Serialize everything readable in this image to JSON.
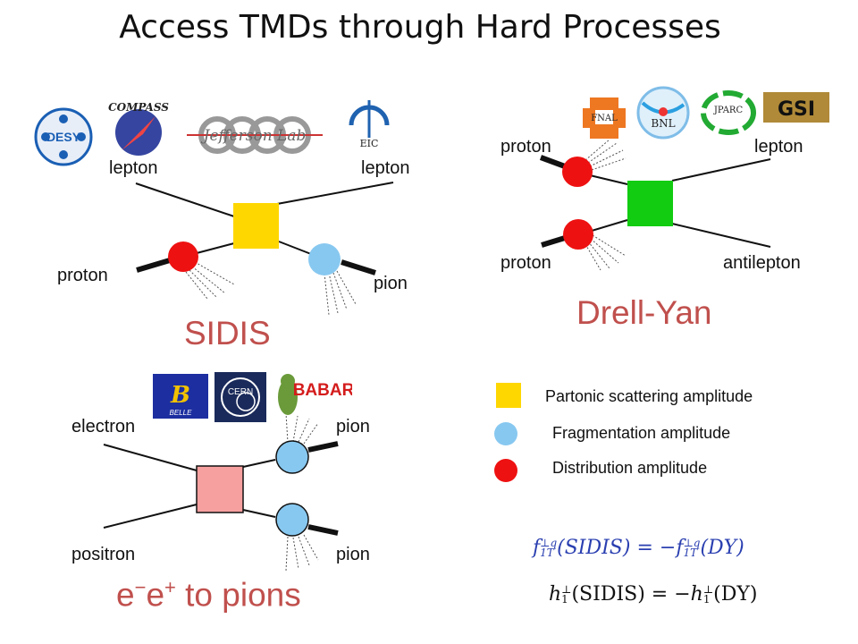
{
  "title": "Access TMDs through Hard Processes",
  "sidis": {
    "label": "SIDIS",
    "lepton_in": "lepton",
    "lepton_out": "lepton",
    "proton": "proton",
    "pion": "pion",
    "logos": {
      "desy": "DESY",
      "compass": "COMPASS",
      "jlab": "Jefferson Lab",
      "eic": "EIC"
    }
  },
  "drell_yan": {
    "label": "Drell-Yan",
    "proton_top": "proton",
    "proton_bottom": "proton",
    "lepton": "lepton",
    "antilepton": "antilepton",
    "logos": {
      "fnal": "FNAL",
      "bnl": "BNL",
      "jparc": "JPARC",
      "gsi": "GSI"
    }
  },
  "ee": {
    "label_prefix": "e",
    "label_sup1": "−",
    "label_mid": "e",
    "label_sup2": "+",
    "label_suffix": " to pions",
    "electron": "electron",
    "positron": "positron",
    "pion_top": "pion",
    "pion_bottom": "pion",
    "logos": {
      "belle": "BELLE",
      "cern": "CERN",
      "babar": "BABAR"
    }
  },
  "legend": {
    "partonic": "Partonic scattering amplitude",
    "fragmentation": "Fragmentation amplitude",
    "distribution": "Distribution amplitude"
  },
  "equations": {
    "eq1_lhs": "f",
    "eq1_sup": "⊥q",
    "eq1_sub": "1T",
    "eq1_arg1": "(SIDIS) = −",
    "eq1_arg2": "(DY)",
    "eq2_lhs": "h",
    "eq2_sup": "⊥",
    "eq2_sub": "1",
    "eq2_arg1": "(SIDIS) = −",
    "eq2_arg2": "(DY)"
  },
  "colors": {
    "partonic": "#ffd700",
    "fragmentation": "#87c8f0",
    "distribution": "#ee1111",
    "ee_box": "#f7a0a0",
    "dy_box": "#11cc11",
    "accent_text": "#c0504d"
  }
}
